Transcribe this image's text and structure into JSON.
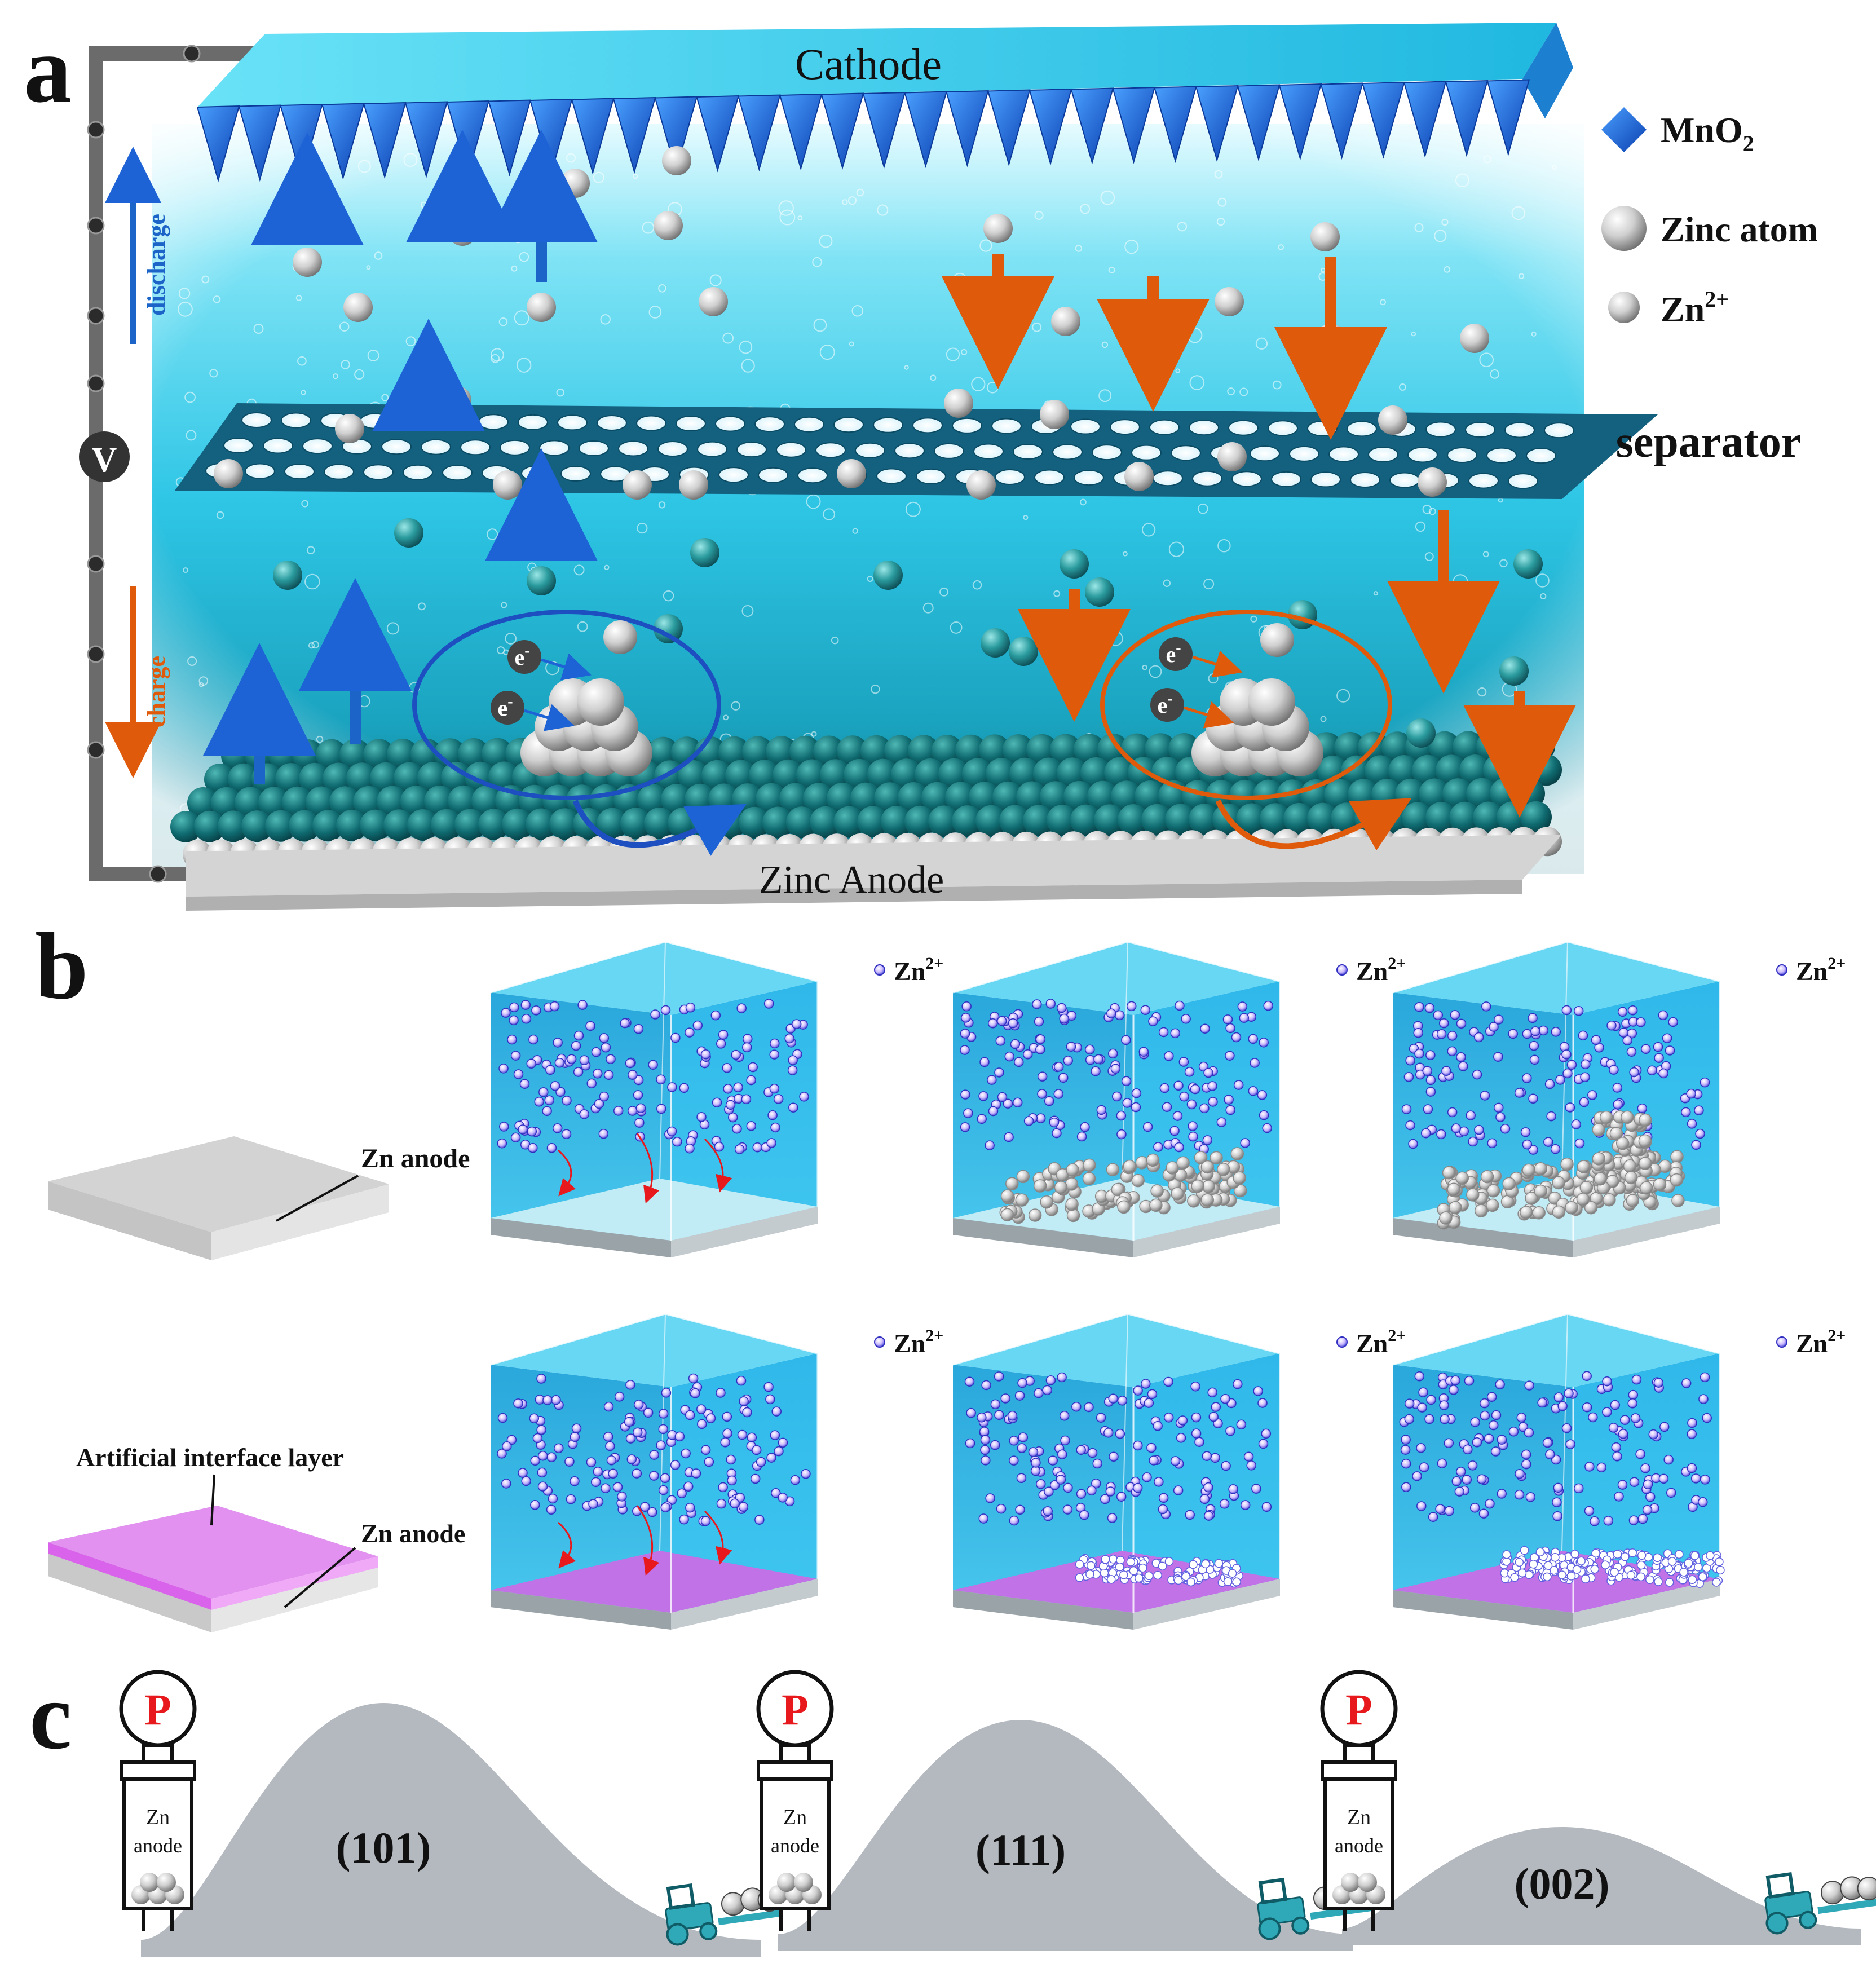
{
  "panel_a": {
    "letter": "a",
    "cathode_label": "Cathode",
    "separator_label": "separator",
    "anode_label": "Zinc  Anode",
    "voltmeter_label": "V",
    "discharge_label": "discharge",
    "charge_label": "charge",
    "electron_label": "e",
    "electron_sup": "-",
    "legend": {
      "mno2": "MnO",
      "mno2_sub": "2",
      "zinc_atom": "Zinc atom",
      "zn_ion": "Zn",
      "zn_ion_sup": "2+"
    }
  },
  "panel_b": {
    "letter": "b",
    "zn_anode_label": "Zn anode",
    "interface_label": "Artificial interface layer",
    "zn_ion": "Zn",
    "zn_ion_sup": "2+"
  },
  "panel_c": {
    "letter": "c",
    "gauge_label": "P",
    "cell_label_1": "Zn",
    "cell_label_2": "anode",
    "peaks": [
      "(101)",
      "(111)",
      "(002)"
    ]
  },
  "colors": {
    "water_top": "#d8f6ff",
    "water_mid": "#33cde8",
    "water_deep": "#0c7f95",
    "cathode": "#2fc6ec",
    "mno2": "#1d63d6",
    "discharge": "#1c64c8",
    "charge": "#e05a0c",
    "separator": "#13607f",
    "zinc": "#c9c9c9",
    "interface": "#d35be8",
    "peak": "#b4b9c0",
    "gauge_p": "#e8191d",
    "tractor": "#2fa9b8"
  }
}
